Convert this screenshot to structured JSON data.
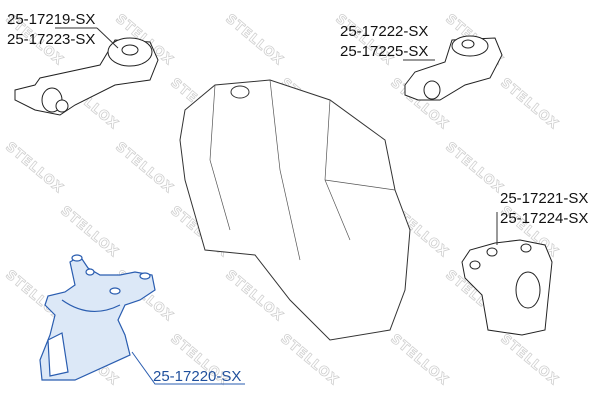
{
  "watermark": "STELLOX",
  "parts": [
    {
      "id": "top-left-mount",
      "labels": [
        "25-17219-SX",
        "25-17223-SX"
      ],
      "highlighted": false
    },
    {
      "id": "top-right-mount",
      "labels": [
        "25-17222-SX",
        "25-17225-SX"
      ],
      "highlighted": false
    },
    {
      "id": "right-mount",
      "labels": [
        "25-17221-SX",
        "25-17224-SX"
      ],
      "highlighted": false
    },
    {
      "id": "bottom-left-mount",
      "labels": [
        "25-17220-SX"
      ],
      "highlighted": true
    }
  ],
  "colors": {
    "highlight_stroke": "#2a5db0",
    "highlight_fill": "#dce8f7",
    "line": "#222222",
    "watermark": "#d0d0d0"
  }
}
